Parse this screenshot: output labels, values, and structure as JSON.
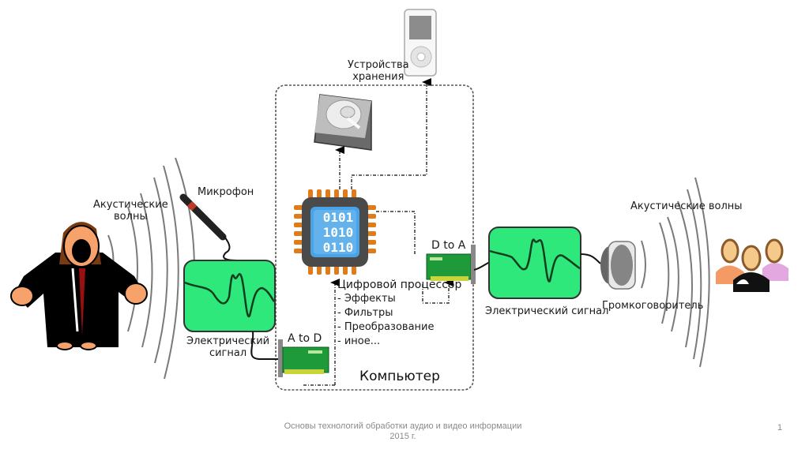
{
  "diagram": {
    "labels": {
      "acoustic_waves_left": [
        "Акустические",
        "волны"
      ],
      "microphone": "Микрофон",
      "electric_signal_left": [
        "Электрический",
        "сигнал"
      ],
      "a_to_d": "A to D",
      "storage_devices": [
        "Устройства",
        "хранения"
      ],
      "d_to_a": "D to A",
      "digital_processor": "Цифровой процессор",
      "processor_functions": [
        "- Эффекты",
        "- Фильтры",
        "- Преобразование",
        "- иное..."
      ],
      "computer": "Компьютер",
      "electric_signal_right": "Электрический сигнал",
      "loudspeaker": "Громкоговоритель",
      "acoustic_waves_right": "Акустические волны"
    },
    "chip_bits": [
      "0101",
      "1010",
      "0110"
    ],
    "icons": [
      "singer-icon",
      "microphone-icon",
      "oscilloscope-icon",
      "sound-card-icon",
      "cpu-chip-icon",
      "hard-drive-icon",
      "media-player-icon",
      "loudspeaker-icon",
      "audience-icon"
    ],
    "colors": {
      "signal_screen": "#2ee87c",
      "chip_pins": "#e07b1a",
      "chip_body": "#4a4a4a",
      "chip_core": "#4aa3e6",
      "sound_card": "#1f9a3a"
    }
  },
  "footer": {
    "line1": "Основы технологий обработки аудио и видео информации",
    "line2": "2015 г.",
    "page": "1"
  }
}
